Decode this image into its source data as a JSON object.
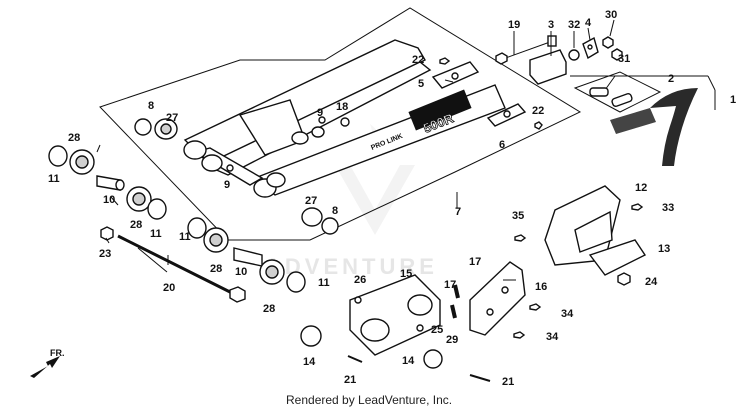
{
  "watermark": "ADVENTURE",
  "credit": "Rendered by LeadVenture, Inc.",
  "decals": {
    "arm_model": "500R",
    "arm_brand": "PRO LINK"
  },
  "direction": "FR.",
  "callouts": [
    {
      "id": "c19",
      "label": "19"
    },
    {
      "id": "c3",
      "label": "3"
    },
    {
      "id": "c32",
      "label": "32"
    },
    {
      "id": "c4",
      "label": "4"
    },
    {
      "id": "c30",
      "label": "30"
    },
    {
      "id": "c31",
      "label": "31"
    },
    {
      "id": "c22a",
      "label": "22"
    },
    {
      "id": "c5",
      "label": "5"
    },
    {
      "id": "c2",
      "label": "2"
    },
    {
      "id": "c1",
      "label": "1"
    },
    {
      "id": "c22b",
      "label": "22"
    },
    {
      "id": "c6",
      "label": "6"
    },
    {
      "id": "c8a",
      "label": "8"
    },
    {
      "id": "c27a",
      "label": "27"
    },
    {
      "id": "c9a",
      "label": "9"
    },
    {
      "id": "c18",
      "label": "18"
    },
    {
      "id": "c28a",
      "label": "28"
    },
    {
      "id": "c11a",
      "label": "11"
    },
    {
      "id": "c9b",
      "label": "9"
    },
    {
      "id": "c10a",
      "label": "10"
    },
    {
      "id": "c28b",
      "label": "28"
    },
    {
      "id": "c11b",
      "label": "11"
    },
    {
      "id": "c7",
      "label": "7"
    },
    {
      "id": "c27b",
      "label": "27"
    },
    {
      "id": "c8b",
      "label": "8"
    },
    {
      "id": "c12",
      "label": "12"
    },
    {
      "id": "c33",
      "label": "33"
    },
    {
      "id": "c35",
      "label": "35"
    },
    {
      "id": "c13",
      "label": "13"
    },
    {
      "id": "c24",
      "label": "24"
    },
    {
      "id": "c23",
      "label": "23"
    },
    {
      "id": "c11c",
      "label": "11"
    },
    {
      "id": "c28c",
      "label": "28"
    },
    {
      "id": "c10b",
      "label": "10"
    },
    {
      "id": "c28d",
      "label": "28"
    },
    {
      "id": "c11d",
      "label": "11"
    },
    {
      "id": "c20",
      "label": "20"
    },
    {
      "id": "c26",
      "label": "26"
    },
    {
      "id": "c15",
      "label": "15"
    },
    {
      "id": "c17a",
      "label": "17"
    },
    {
      "id": "c17b",
      "label": "17"
    },
    {
      "id": "c16",
      "label": "16"
    },
    {
      "id": "c34a",
      "label": "34"
    },
    {
      "id": "c34b",
      "label": "34"
    },
    {
      "id": "c25",
      "label": "25"
    },
    {
      "id": "c29",
      "label": "29"
    },
    {
      "id": "c14a",
      "label": "14"
    },
    {
      "id": "c14b",
      "label": "14"
    },
    {
      "id": "c21a",
      "label": "21"
    },
    {
      "id": "c21b",
      "label": "21"
    }
  ]
}
